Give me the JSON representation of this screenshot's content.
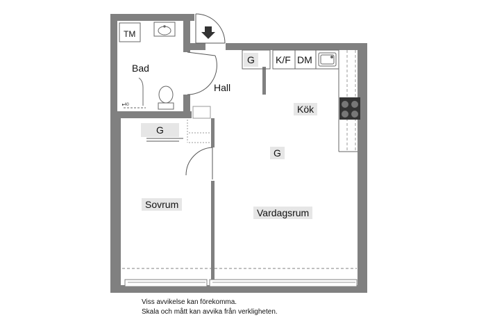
{
  "rooms": {
    "bad": "Bad",
    "hall": "Hall",
    "kok": "Kök",
    "sovrum": "Sovrum",
    "vardagsrum": "Vardagsrum"
  },
  "fixtures": {
    "tm": "TM",
    "g_hall": "G",
    "kf": "K/F",
    "dm": "DM",
    "g_bedroom": "G",
    "g_living": "G"
  },
  "notes": {
    "line1": "Viss avvikelse kan förekomma.",
    "line2": "Skala och mått kan avvika från verkligheten."
  },
  "colors": {
    "wall": "#808080",
    "label_bg": "#e6e6e6",
    "line": "#555555"
  }
}
